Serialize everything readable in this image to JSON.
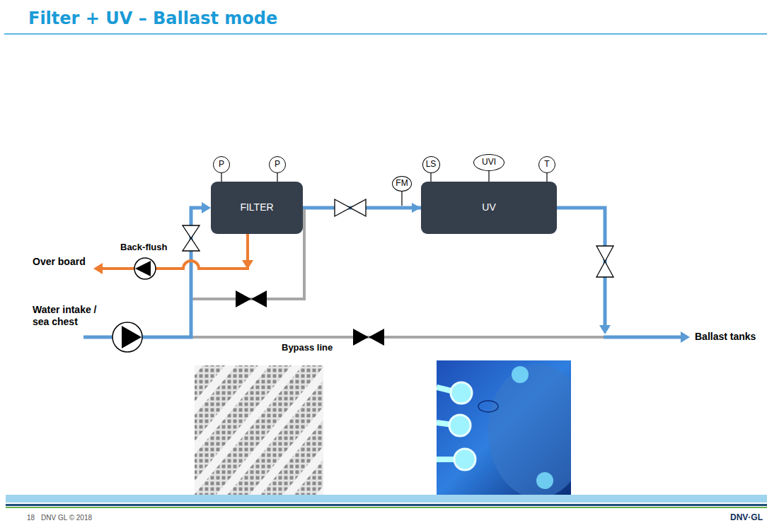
{
  "diagram": {
    "title": "Filter + UV – Ballast mode",
    "nodes": [
      {
        "text": [
          "P"
        ]
      },
      {
        "text": [
          "P"
        ]
      },
      {
        "text": [
          "FM"
        ]
      },
      {
        "text": [
          "LS"
        ]
      },
      {
        "text": [
          "UVI"
        ]
      },
      {
        "text": [
          "T"
        ]
      },
      {
        "text": [
          "FILTER"
        ]
      },
      {
        "text": [
          "UV"
        ]
      }
    ],
    "edges": [
      {
        "from": 0,
        "to": 6,
        "arrow": "none"
      },
      {
        "from": 1,
        "to": 6,
        "arrow": "none"
      },
      {
        "from": 3,
        "to": 7,
        "arrow": "none"
      },
      {
        "from": 4,
        "to": 7,
        "arrow": "none"
      },
      {
        "from": 5,
        "to": 7,
        "arrow": "none"
      },
      {
        "from": 6,
        "to": 7,
        "arrow": "to"
      }
    ],
    "labels": [
      "Back-flush",
      "Over board",
      "Water intake / sea chest",
      "Bypass line",
      "Ballast tanks",
      "18",
      "DNV GL © 2018",
      "DNV·GL"
    ]
  }
}
